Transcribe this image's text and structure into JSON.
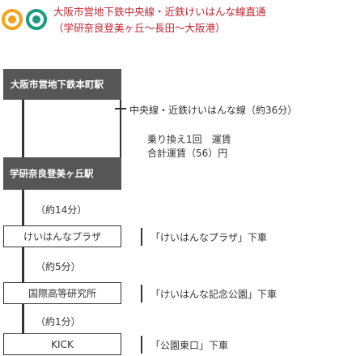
{
  "header": {
    "line1": "大阪市営地下鉄中央線・近鉄けいはんな線直通",
    "line2": "（学研奈良登美ヶ丘〜長田〜大阪港）",
    "icon_left": "route-circle-orange-icon",
    "icon_right": "route-circle-green-icon"
  },
  "top_box": {
    "label": "大阪市営地下鉄本町駅"
  },
  "branch": {
    "via_label": "中央線・近鉄けいはんな線（約36分）",
    "note_line1": "乗り換え1回　運賃",
    "note_line2": "合計運賃（56）円"
  },
  "mid_box": {
    "label": "学研奈良登美ヶ丘駅"
  },
  "segments": [
    {
      "duration": "（約14分）",
      "station": "けいはんなプラザ",
      "sep": "｜",
      "dest": "「けいはんなプラザ」下車"
    },
    {
      "duration": "（約5分）",
      "station": "国際高等研究所",
      "sep": "｜",
      "dest": "「けいはんな記念公園」下車"
    },
    {
      "duration": "（約1分）",
      "station": "KICK",
      "sep": "｜",
      "dest": "「公園東口」下車"
    }
  ],
  "colors": {
    "orange": "#f4a21c",
    "green": "#1a9b80",
    "title_red": "#c5232f",
    "box_dark": "#565656"
  }
}
